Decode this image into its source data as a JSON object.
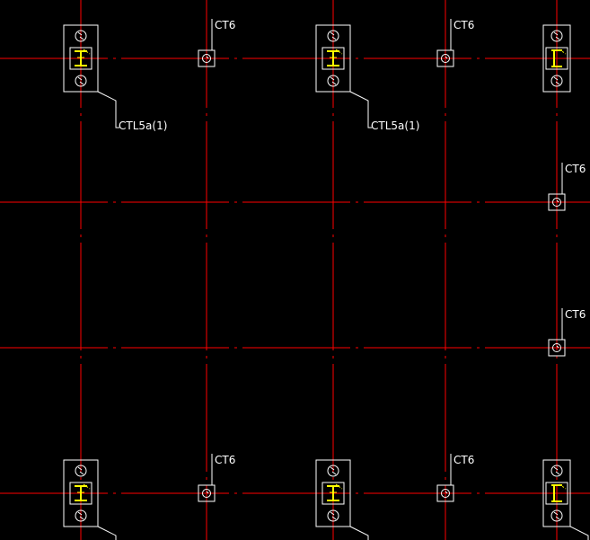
{
  "drawing": {
    "background_color": "#000000",
    "grid_line_color": "#ff0000",
    "outline_color": "#ffffff",
    "section_color": "#ffff00",
    "leader_color": "#ffffff",
    "grid_line_style": "dash-dot"
  },
  "labels": {
    "small_pile_cap": "CT6",
    "large_pile_cap": "CTL5a(1)"
  }
}
